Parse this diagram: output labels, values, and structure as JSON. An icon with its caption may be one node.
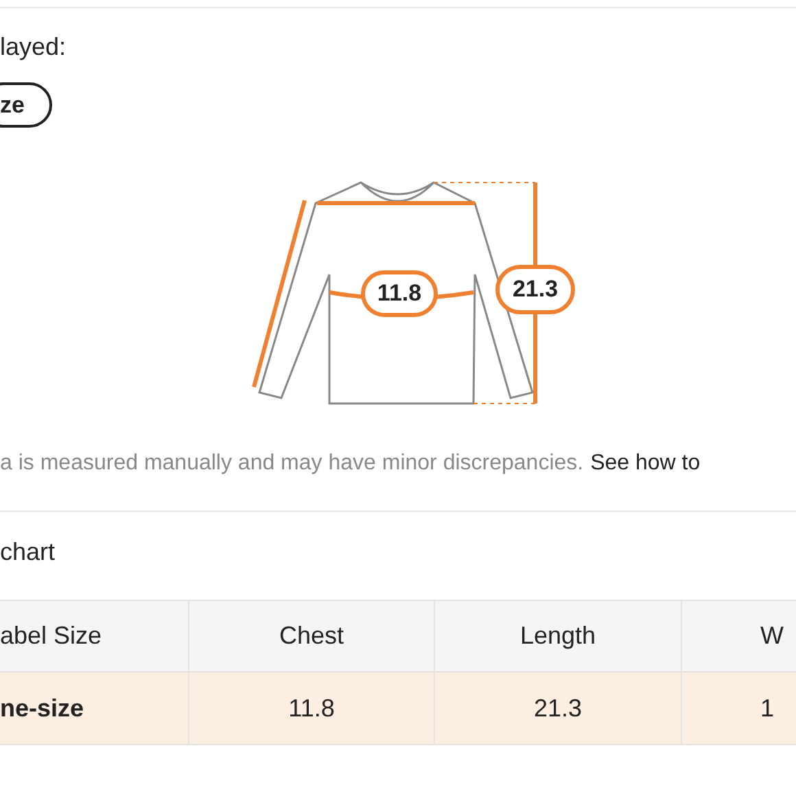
{
  "diagram": {
    "labels": [
      "layed:",
      "ze",
      "11.8",
      "21.3",
      "a is measured manually and may have minor discrepancies.",
      "See how to",
      "chart",
      "abel Size",
      "Chest",
      "Length",
      "W",
      "ne-size",
      "11.8",
      "21.3",
      "1"
    ]
  }
}
